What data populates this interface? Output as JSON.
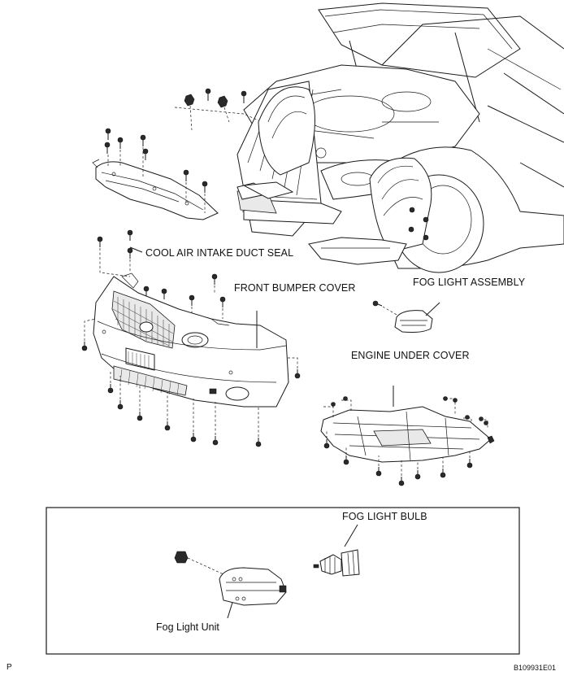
{
  "labels": {
    "cool_air_intake_duct_seal": "COOL AIR INTAKE DUCT SEAL",
    "front_bumper_cover": "FRONT BUMPER COVER",
    "fog_light_assembly": "FOG LIGHT ASSEMBLY",
    "engine_under_cover": "ENGINE UNDER COVER",
    "fog_light_bulb": "FOG LIGHT BULB",
    "fog_light_unit": "Fog Light Unit"
  },
  "corner": {
    "page_marker": "P",
    "figure_code": "B109931E01"
  }
}
